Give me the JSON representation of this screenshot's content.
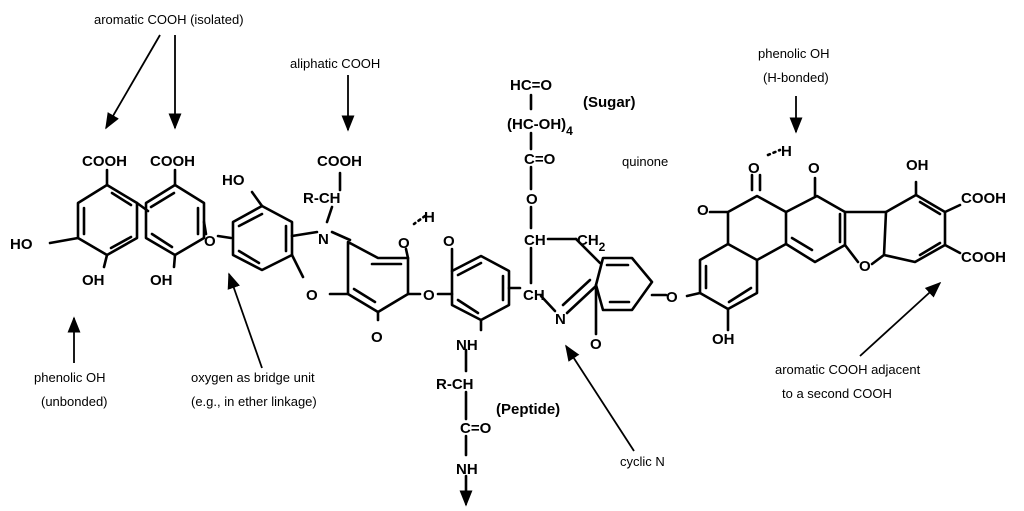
{
  "annotations": {
    "aromatic_isolated": "aromatic COOH (isolated)",
    "aliphatic": "aliphatic COOH",
    "phenolic_hbonded_1": "phenolic OH",
    "phenolic_hbonded_2": "(H-bonded)",
    "quinone": "quinone",
    "phenolic_unbonded_1": "phenolic OH",
    "phenolic_unbonded_2": "(unbonded)",
    "oxygen_bridge_1": "oxygen as bridge unit",
    "oxygen_bridge_2": "(e.g., in ether linkage)",
    "cyclic_n": "cyclic N",
    "adjacent_1": "aromatic COOH adjacent",
    "adjacent_2": "to a second COOH",
    "sugar": "(Sugar)",
    "peptide": "(Peptide)"
  },
  "atoms": {
    "cooh": "COOH",
    "ho": "HO",
    "oh": "OH",
    "o": "O",
    "n": "N",
    "h": "H",
    "nh": "NH",
    "r_ch": "R-CH",
    "ch": "CH",
    "ch2": "CH",
    "ch2_sub": "2",
    "c_o": "C=O",
    "hc_o": "HC=O",
    "hcoh": "(HC-OH)",
    "hcoh_sub": "4"
  }
}
